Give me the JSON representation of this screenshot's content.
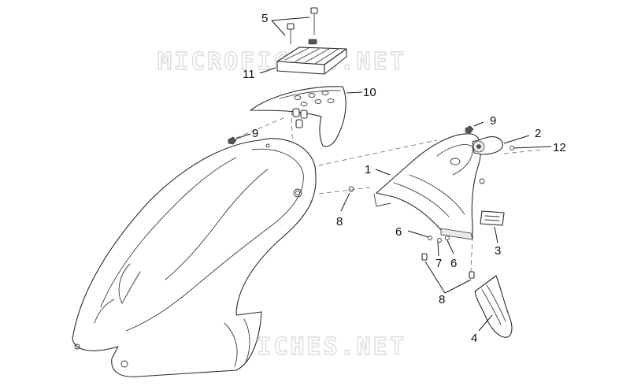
{
  "watermark": {
    "text": "MICROFICHES.NET"
  },
  "callouts": [
    "1",
    "2",
    "3",
    "4",
    "5",
    "6",
    "6",
    "7",
    "8",
    "8",
    "9",
    "9",
    "10",
    "11",
    "12"
  ],
  "colors": {
    "line": "#2a2a2a",
    "watermark": "#dcdcdc",
    "background": "#ffffff"
  }
}
